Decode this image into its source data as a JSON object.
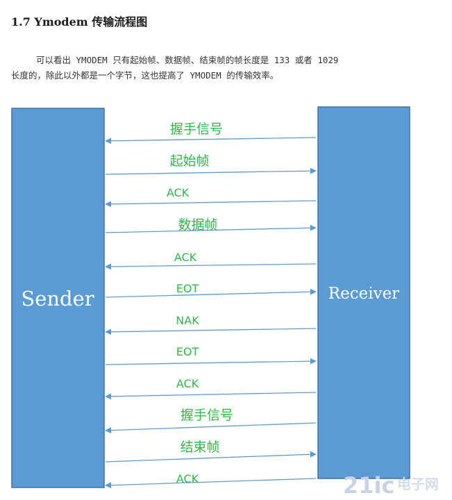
{
  "heading": "1.7 Ymodem 传输流程图",
  "paragraph": {
    "line1": "可以看出 YMODEM 只有起始帧、数据帧、结束帧的帧长度是 133 或者 1029",
    "line2": "长度的，除此以外都是一个字节，这也提高了 YMODEM 的传输效率。"
  },
  "diagram": {
    "sender_label": "Sender",
    "receiver_label": "Receiver",
    "messages": [
      {
        "label": "握手信号",
        "direction": "receiver-to-sender"
      },
      {
        "label": "起始帧",
        "direction": "sender-to-receiver"
      },
      {
        "label": "ACK",
        "direction": "receiver-to-sender"
      },
      {
        "label": "数据帧",
        "direction": "sender-to-receiver"
      },
      {
        "label": "ACK",
        "direction": "receiver-to-sender"
      },
      {
        "label": "EOT",
        "direction": "sender-to-receiver"
      },
      {
        "label": "NAK",
        "direction": "receiver-to-sender"
      },
      {
        "label": "EOT",
        "direction": "sender-to-receiver"
      },
      {
        "label": "ACK",
        "direction": "receiver-to-sender"
      },
      {
        "label": "握手信号",
        "direction": "receiver-to-sender"
      },
      {
        "label": "结束帧",
        "direction": "sender-to-receiver"
      },
      {
        "label": "ACK",
        "direction": "receiver-to-sender"
      }
    ]
  },
  "watermark": {
    "brand": "21ic",
    "text": "电子网"
  },
  "colors": {
    "box_fill": "#5b9bd5",
    "box_stroke": "#41719c",
    "arrow": "#5b9bd5",
    "label": "#2eb84a"
  }
}
